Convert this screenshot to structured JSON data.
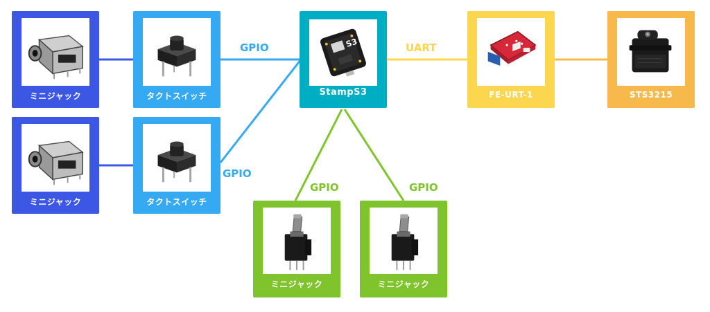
{
  "colors": {
    "jack": "#3d57e5",
    "switch": "#35a9f2",
    "stamp": "#00aec3",
    "fe": "#fcd64e",
    "sts": "#f8b94c",
    "toggle": "#80c42d",
    "wire_jack": "#3d57e5",
    "wire_gpio_blue": "#35a9f2",
    "wire_gpio_green": "#80c42d",
    "wire_uart": "#fcd64e",
    "wire_sts": "#f8b94c"
  },
  "nodes": {
    "jack1": {
      "label": "ミニジャック",
      "icon": "audio-jack-icon"
    },
    "jack2": {
      "label": "ミニジャック",
      "icon": "audio-jack-icon"
    },
    "switch1": {
      "label": "タクトスイッチ",
      "icon": "tact-switch-icon"
    },
    "switch2": {
      "label": "タクトスイッチ",
      "icon": "tact-switch-icon"
    },
    "stamp": {
      "label": "StampS3",
      "chip_text": "S3",
      "icon": "stamps3-board-icon"
    },
    "fe": {
      "label": "FE-URT-1",
      "icon": "servo-driver-board-icon"
    },
    "sts": {
      "label": "STS3215",
      "icon": "servo-motor-icon"
    },
    "toggle1": {
      "label": "ミニジャック",
      "icon": "toggle-switch-icon"
    },
    "toggle2": {
      "label": "ミニジャック",
      "icon": "toggle-switch-icon"
    }
  },
  "wire_labels": {
    "gpio_top": "GPIO",
    "gpio_left": "GPIO",
    "gpio_bottom_left": "GPIO",
    "gpio_bottom_right": "GPIO",
    "uart": "UART"
  }
}
